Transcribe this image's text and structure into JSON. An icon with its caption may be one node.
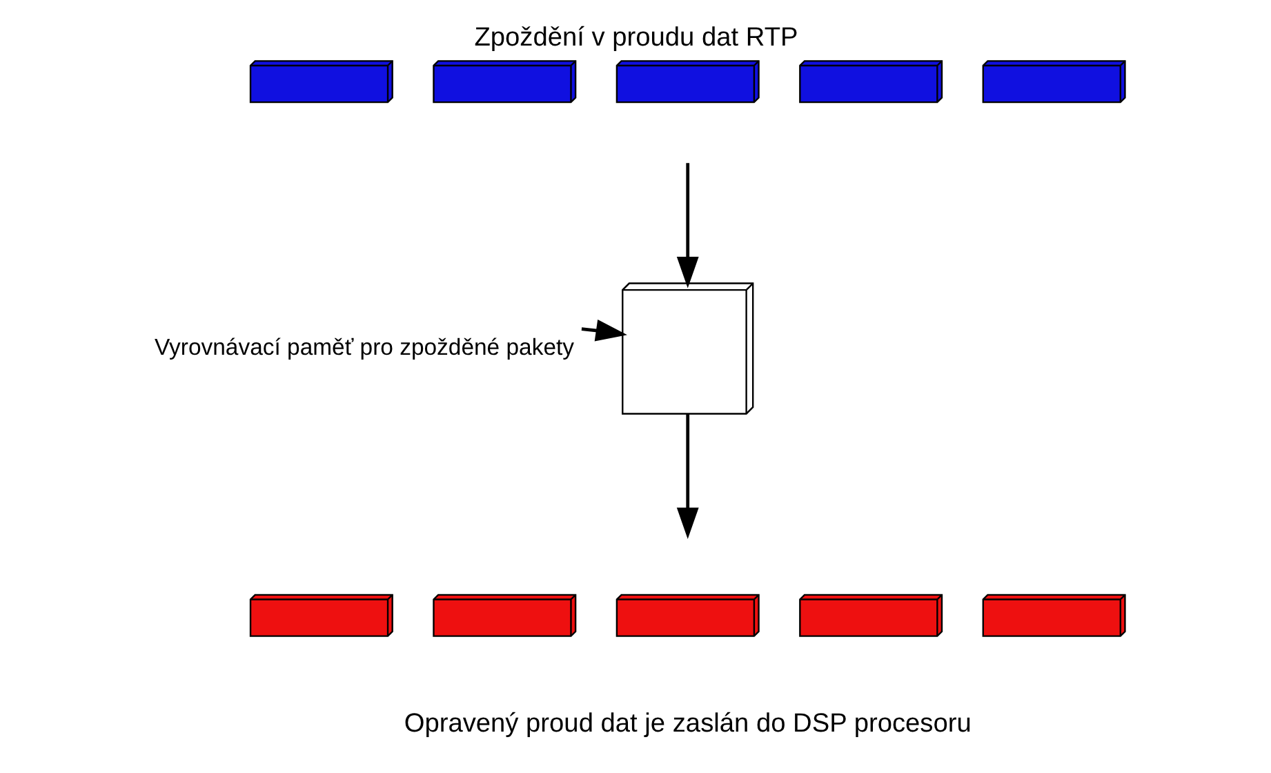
{
  "diagram": {
    "title": "Zpoždění v proudu dat RTP",
    "caption": "Opravený proud dat je zaslán do DSP procesoru",
    "nodes": [
      {
        "text": [],
        "shape": "box"
      },
      {
        "text": [],
        "shape": "box"
      },
      {
        "text": [],
        "shape": "box"
      },
      {
        "text": [],
        "shape": "box"
      },
      {
        "text": [],
        "shape": "box"
      },
      {
        "text": [
          "Vyrovnávací paměť pro zpožděné pakety"
        ]
      },
      {
        "text": [],
        "shape": "box"
      },
      {
        "text": [],
        "shape": "box"
      },
      {
        "text": [],
        "shape": "box"
      },
      {
        "text": [],
        "shape": "box"
      },
      {
        "text": [],
        "shape": "box"
      },
      {
        "text": [],
        "shape": "box"
      }
    ],
    "edges": [
      {
        "from": 6,
        "to": null,
        "arrow": "to"
      },
      {
        "from": 5,
        "to": 6,
        "arrow": "to"
      },
      {
        "from": null,
        "to": 6,
        "arrow": "to"
      }
    ]
  }
}
